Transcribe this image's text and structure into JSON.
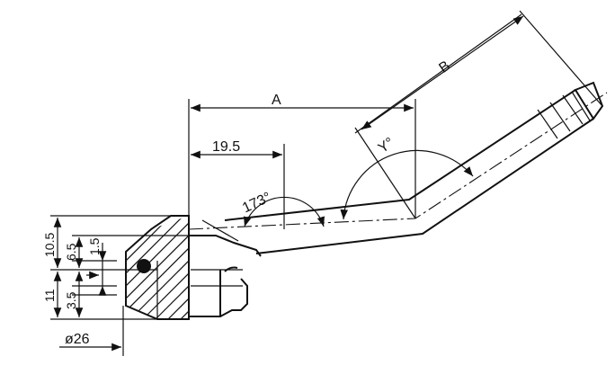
{
  "dimensions": {
    "A": "A",
    "B": "B",
    "d19_5": "19.5",
    "angle173": "173°",
    "angleY": "Y°",
    "d10_5": "10.5",
    "d6_5": "6.5",
    "d1_5": "1.5",
    "d11": "11",
    "d3_5": "3.5",
    "dia26": "ø26"
  }
}
